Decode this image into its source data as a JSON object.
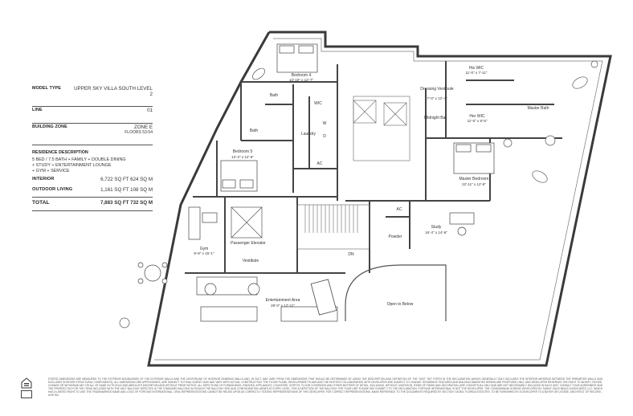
{
  "info": {
    "model_type_label": "MODEL TYPE",
    "model_type_value": "UPPER SKY VILLA SOUTH LEVEL 2",
    "line_label": "LINE",
    "line_value": "01",
    "building_zone_label": "BUILDING ZONE",
    "building_zone_value": "ZONE E",
    "floors_value": "FLOORS 53-54",
    "residence_description_label": "RESIDENCE DESCRIPTION",
    "description_line1": "5 BED / 7.5 BATH + FAMILY + DOUBLE DINING",
    "description_line2": "+ STUDY + ENTERTAINMENT LOUNGE",
    "description_line3": "+ GYM + SERVICE",
    "interior_label": "INTERIOR",
    "interior_value": "6,722 SQ FT 624 SQ M",
    "outdoor_label": "OUTDOOR LIVING",
    "outdoor_value": "1,161 SQ FT 108 SQ M",
    "total_label": "TOTAL",
    "total_value": "7,883 SQ FT 732 SQ M"
  },
  "rooms": {
    "bedroom4": "Bedroom 4",
    "bedroom4_dim": "13'-10\" x 12'-7\"",
    "bath_a": "Bath",
    "bath_b": "Bath",
    "wic": "WIC",
    "laundry": "Laundry",
    "w": "W",
    "d": "D",
    "ac_a": "AC",
    "bedroom5": "Bedroom 5",
    "bedroom5_dim": "13'-2\" x 12'-6\"",
    "gym": "Gym",
    "gym_dim": "9'-8\" x 15'-1\"",
    "passenger_elevator": "Passenger Elevator",
    "vestibule": "Vestibule",
    "entertainment_area": "Entertainment Area",
    "entertainment_dim": "28'-0\" x 12'-11\"",
    "open_to_below": "Open to Below",
    "dn": "DN",
    "ac_b": "AC",
    "powder": "Powder",
    "study": "Study",
    "study_dim": "16'-4\" x 14'-6\"",
    "master_bedroom": "Master Bedroom",
    "master_bedroom_dim": "22'-11\" x 12'-8\"",
    "midnight_bar": "Midnight Bar",
    "dressing_vestibule": "Dressing Vestibule",
    "dressing_vestibule_dim": "7'-0\" x 12'-4\"",
    "his_wic": "His WIC",
    "his_wic_dim": "11'-0\" x 7'-11\"",
    "her_wic": "Her WIC",
    "her_wic_dim": "11'-0\" x 8'-5\"",
    "master_bath": "Master Bath"
  },
  "disclaimer": "STATED DIMENSIONS ARE MEASURED TO THE EXTERIOR BOUNDARIES OF THE EXTERIOR WALLS AND THE CENTERLINE OF INTERIOR DEMISING WALLS AND, IN FACT, MAY VARY FROM THE DIMENSIONS THAT WOULD BE DETERMINED BY USING THE DESCRIPTION AND DEFINITION OF THE \"UNIT\" SET FORTH IN THE DECLARATION (WHICH GENERALLY ONLY INCLUDES THE INTERIOR AIRSPACE BETWEEN THE PERIMETER WALLS AND EXCLUDES INTERIOR STRUCTURAL COMPONENTS). ALL DIMENSIONS ARE APPROXIMATE, ARE SUBJECT TO FINAL SURVEY AND MAY VARY WITH ACTUAL CONSTRUCTION. THE FLOOR PLANS, DEVELOPMENT PLANS AND THE ENTITIES COLLABORATING WITH DEVELOPER ARE SUBJECT TO CHANGE. RESIDENCE FEATURES AND BUILDING AMENITIES HEREIN ARE PROPOSED ONLY, AND DEVELOPER RESERVES THE RIGHT TO MODIFY, REVISE, CHANGE OR WITHDRAW ANY OR ALL OF SAME IN ITS SOLE AND ABSOLUTE DISCRETION AND WITHOUT PRIOR NOTICE. ALL DEPICTIONS OF FURNISHINGS, FINISHES, APPLIANCES, COUNTERS, SOFFITS, FLOOR COVERINGS AND OTHER MATTERS OF DETAIL, INCLUDING, WITHOUT LIMITATION, ITEMS OF FINISH AND DECORATION, ARE CONCEPTUAL ONLY AND ARE NOT NECESSARILY INCLUDED IN EACH UNIT. CONSULT YOUR AGREEMENT AND THE PROSPECTUS FOR THE ITEMS INCLUDED WITH THE UNIT. BALCONY DEPICTED IS THE STANDARD BALCONY ALTHOUGH THE BALCONY SIZE AND CONFIGURATION VARIES AT EVERY LEVEL. FOR A DEPICTION OF THE BALCONY FOR YOUR UNIT PLEASE SEE EXHIBIT 2 TO THE DECLARATION. FORTUNE INTERNATIONAL IS NOT THE DEVELOPER. THE CONDOMINIUM IS BEING DEVELOPED BY SUNNY ISLES BEACH ASSOCIATES, LLC, WHICH HAS A LIMITED RIGHT TO USE THE TRADEMARKED NAME AND LOGO OF FORTUNE INTERNATIONAL. ORAL REPRESENTATIONS CANNOT BE RELIED UPON AS CORRECTLY STATING REPRESENTATIONS OF THE DEVELOPER. FOR CORRECT REPRESENTATIONS, MAKE REFERENCE TO THE DOCUMENTS REQUIRED BY SECTION 718.503, FLORIDA STATUTES, TO BE FURNISHED BY A DEVELOPER TO A BUYER OR LESSEE. ARCHITECT OF RECORD - AOR INC.",
  "colors": {
    "wall": "#3a3a3a",
    "line": "#8a8a8a",
    "fill": "#d9d9d9"
  }
}
